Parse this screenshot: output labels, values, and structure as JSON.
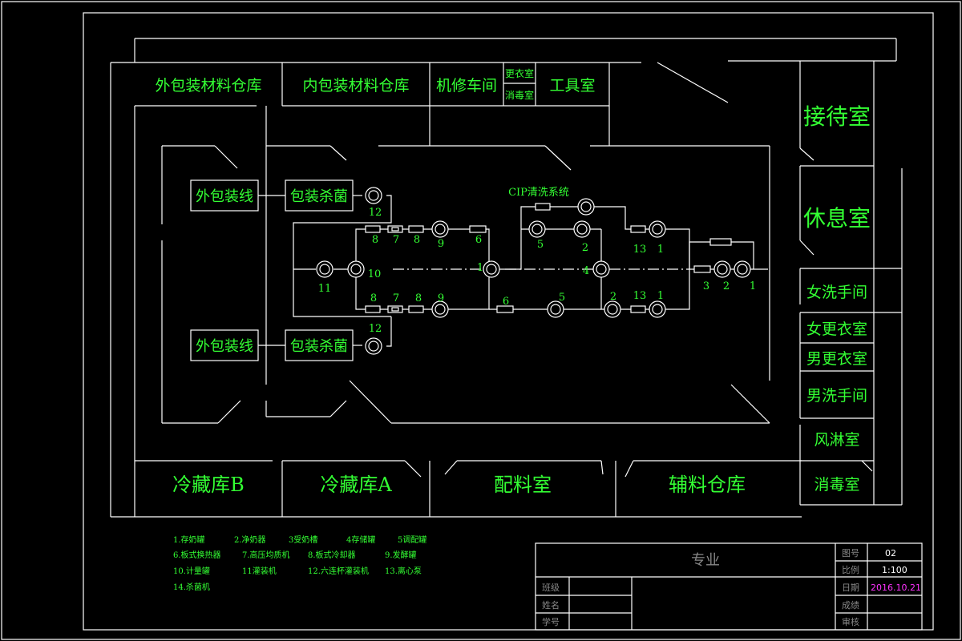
{
  "rooms_top": {
    "outer_pack_store": "外包装材料仓库",
    "inner_pack_store": "内包装材料仓库",
    "repair_shop": "机修车间",
    "changing_room": "更衣室",
    "disinfect_room": "消毒室",
    "tool_room": "工具室"
  },
  "rooms_right": {
    "reception": "接待室",
    "lounge": "休息室",
    "women_wash": "女洗手间",
    "women_change": "女更衣室",
    "men_change": "男更衣室",
    "men_wash": "男洗手间",
    "air_shower": "风淋室",
    "disinfect": "消毒室"
  },
  "rooms_bottom": {
    "cold_b": "冷藏库B",
    "cold_a": "冷藏库A",
    "batching": "配料室",
    "aux_store": "辅料仓库"
  },
  "process": {
    "outer_line_top": "外包装线",
    "outer_line_bottom": "外包装线",
    "pack_steril_top": "包装杀菌",
    "pack_steril_bottom": "包装杀菌",
    "cip": "CIP清洗系统",
    "n12a": "12",
    "n12b": "12",
    "n11": "11",
    "n10": "10",
    "n8a": "8",
    "n7a": "7",
    "n8b": "8",
    "n9a": "9",
    "n6a": "6",
    "n8c": "8",
    "n7b": "7",
    "n8d": "8",
    "n9b": "9",
    "n6b": "6",
    "n1a": "1",
    "n4": "4",
    "n5a": "5",
    "n2a": "2",
    "n13a": "13",
    "n1b": "1",
    "n5b": "5",
    "n2b": "2",
    "n13b": "13",
    "n1c": "1",
    "n3": "3",
    "n2c": "2",
    "n1d": "1"
  },
  "legend": [
    [
      "1.存奶罐",
      "2.净奶器",
      "3受奶槽",
      "4存储罐",
      "5调配罐"
    ],
    [
      "6.板式换热器",
      "7.高压均质机",
      "8.板式冷却器",
      "9.发酵罐"
    ],
    [
      "10.计量罐",
      "11灌装机",
      "12.六连杯灌装机",
      "13.离心泵"
    ],
    [
      "14.杀菌机"
    ]
  ],
  "title_block": {
    "major": "专业",
    "drawing_no_label": "图号",
    "drawing_no": "02",
    "scale_label": "比例",
    "scale": "1:100",
    "date_label": "日期",
    "date": "2016.10.21",
    "grade_label": "成绩",
    "review_label": "审核",
    "class_label": "班级",
    "name_label": "姓名",
    "id_label": "学号"
  },
  "colors": {
    "text": "#33ff33",
    "lines": "#ffffff",
    "date": "#ff33ff",
    "background": "#000000"
  }
}
